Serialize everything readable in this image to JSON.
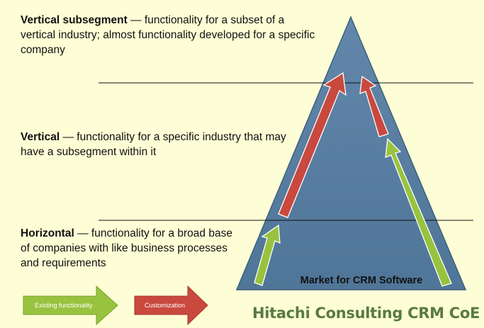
{
  "colors": {
    "background": "#fefed6",
    "pyramid_fill": "#5a7fa2",
    "pyramid_stroke": "#3d5f80",
    "existing_arrow": "#98c33f",
    "customization_arrow": "#c9493f",
    "footer_text": "#5a7a42"
  },
  "sections": [
    {
      "title": "Vertical subsegment",
      "separator": " — ",
      "description": "functionality for a subset of a vertical industry; almost functionality developed for a specific company"
    },
    {
      "title": "Vertical",
      "separator": " — ",
      "description": "functionality for a specific industry that may have a subsegment within it"
    },
    {
      "title": "Horizontal",
      "separator": " — ",
      "description": "functionality for a broad base of companies with like business processes and requirements"
    }
  ],
  "pyramid": {
    "label": "Market for CRM Software"
  },
  "legend": {
    "existing": "Existing functionality",
    "customization": "Customization"
  },
  "footer": "Hitachi Consulting CRM CoE"
}
